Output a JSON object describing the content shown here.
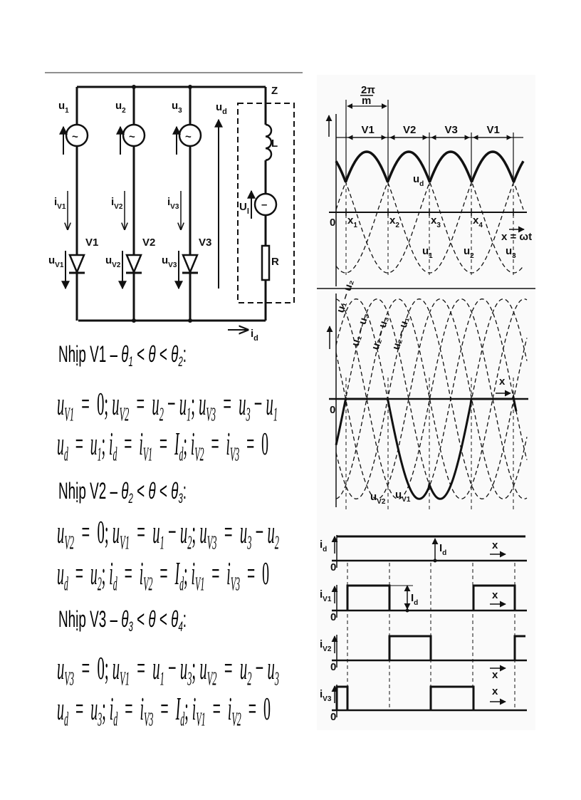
{
  "circuit": {
    "sources": [
      {
        "label": {
          "main": "u",
          "sub": "1"
        },
        "diode": "V1",
        "current": {
          "main": "i",
          "sub": "V1"
        },
        "voltage": {
          "main": "u",
          "sub": "V1"
        }
      },
      {
        "label": {
          "main": "u",
          "sub": "2"
        },
        "diode": "V2",
        "current": {
          "main": "i",
          "sub": "V2"
        },
        "voltage": {
          "main": "u",
          "sub": "V2"
        }
      },
      {
        "label": {
          "main": "u",
          "sub": "3"
        },
        "diode": "V3",
        "current": {
          "main": "i",
          "sub": "V3"
        },
        "voltage": {
          "main": "u",
          "sub": "V3"
        }
      }
    ],
    "source_symbol": "~",
    "output_voltage": {
      "main": "u",
      "sub": "d"
    },
    "load_label": "Z",
    "inductor_label": "L",
    "resistor_label": "R",
    "emf_label": {
      "main": "U",
      "sub": "l"
    },
    "emf_symbol": "–",
    "output_current": {
      "main": "i",
      "sub": "d"
    }
  },
  "equations": {
    "sections": [
      {
        "header": "Nhịp V1 – θ_1 < θ < θ_2:",
        "lines": [
          "u_V1 = 0; u_V2 = u_2 − u_1; u_V3 = u_3 − u_1",
          "u_d = u_1; i_d = i_V1 = I_d; i_V2 = i_V3 = 0"
        ]
      },
      {
        "header": "Nhịp V2 – θ_2 < θ < θ_3:",
        "lines": [
          "u_V2 = 0; u_V1 = u_1 − u_2; u_V3 = u_3 − u_2",
          "u_d = u_2; i_d = i_V2 = I_d; i_V1 = i_V3 = 0"
        ]
      },
      {
        "header": "Nhịp V3 – θ_3 < θ < θ_4:",
        "lines": [
          "u_V3 = 0; u_V1 = u_1 − u_3; u_V2 = u_2 − u_3",
          "u_d = u_3; i_d = i_V3 = I_d; i_V1 = i_V2 = 0"
        ]
      }
    ]
  },
  "waveforms": {
    "top": {
      "period_label": {
        "num": "2π",
        "den": "m"
      },
      "intervals": [
        "V1",
        "V2",
        "V3",
        "V1"
      ],
      "origin": "0",
      "crossings": [
        {
          "main": "x",
          "sub": "1"
        },
        {
          "main": "x",
          "sub": "2"
        },
        {
          "main": "x",
          "sub": "3"
        },
        {
          "main": "x",
          "sub": "4"
        }
      ],
      "x_axis_label": "x = ωt",
      "output_label": {
        "main": "u",
        "sub": "d"
      },
      "phase_labels": [
        {
          "main": "u",
          "sub": "1"
        },
        {
          "main": "u",
          "sub": "2"
        },
        {
          "main": "u",
          "sub": "3"
        }
      ]
    },
    "middle": {
      "origin": "0",
      "x_axis_label": "x",
      "difference_labels": [
        "u₁ – u₂",
        "u₁ – u₃",
        "u₂ – u₃",
        "u₂ – u₁"
      ],
      "diode_labels": [
        {
          "main": "u",
          "sub": "V2"
        },
        {
          "main": "u",
          "sub": "V1"
        }
      ]
    },
    "bottom": {
      "traces": [
        {
          "label": {
            "main": "i",
            "sub": "d"
          },
          "origin": "0",
          "x_label": "x"
        },
        {
          "label": {
            "main": "i",
            "sub": "V1"
          },
          "origin": "0",
          "x_label": "x"
        },
        {
          "label": {
            "main": "i",
            "sub": "V2"
          },
          "origin": "0",
          "x_label": "x"
        },
        {
          "label": {
            "main": "i",
            "sub": "V3"
          },
          "origin": "0",
          "x_label": "x"
        }
      ],
      "amplitude_label": {
        "main": "I",
        "sub": "d"
      }
    }
  }
}
